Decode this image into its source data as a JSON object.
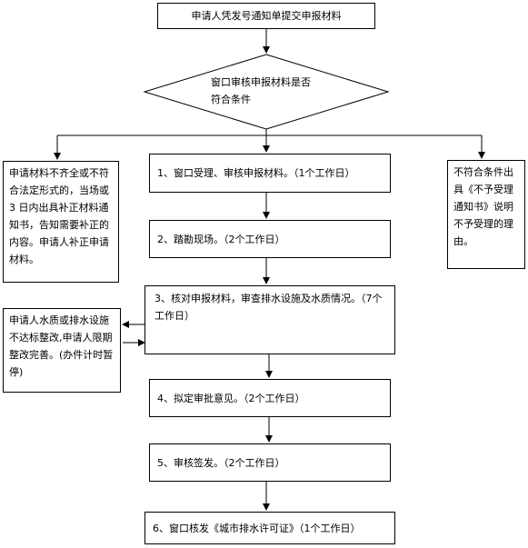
{
  "flowchart": {
    "start": "申请人凭发号通知单提交申报材料",
    "decision": {
      "line1": "窗口审核申报材料是否",
      "line2": "符合条件"
    },
    "left_branch": "申请材料不齐全或不符合法定形式的，当场或 3 日内出具补正材料通知书，告知需要补正的内容。申请人补正申请材料。",
    "right_branch": "不符合条件出具《不予受理通知书》说明不予受理的理由。",
    "steps": [
      "1、窗口受理、审核申报材料。（1个工作日）",
      "2、踏勘现场。（2个工作日）",
      "3、核对申报材料，审查排水设施及水质情况。（7个工作日）",
      "4、拟定审批意见。（2个工作日）",
      "5、审核签发。（2个工作日）",
      "6、窗口核发《城市排水许可证》（1个工作日）"
    ],
    "rectify": "申请人水质或排水设施不达标整改,申请人限期整改完善。(办件计时暂停)"
  }
}
